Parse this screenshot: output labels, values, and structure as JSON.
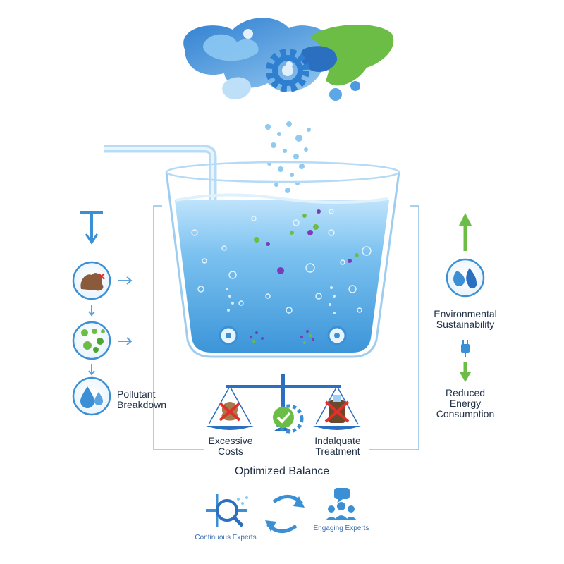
{
  "left_steps": {
    "pollutant_label": "Pollutant\nBreakdown"
  },
  "scale": {
    "left_label": "Excessive\nCosts",
    "right_label": "Indalquate\nTreatment"
  },
  "right_panel": {
    "sustainability_label": "Environmental\nSustainability",
    "energy_label": "Reduced\nEnergy\nConsumption"
  },
  "footer": {
    "title": "Optimized Balance",
    "left_caption": "Continuous Experts",
    "right_caption": "Engaging Experts"
  },
  "colors": {
    "water": "#4aa3e0",
    "accent_blue": "#3b8fd4",
    "accent_green": "#6cbd45",
    "alert_red": "#e0302a",
    "text": "#1f2f45"
  }
}
